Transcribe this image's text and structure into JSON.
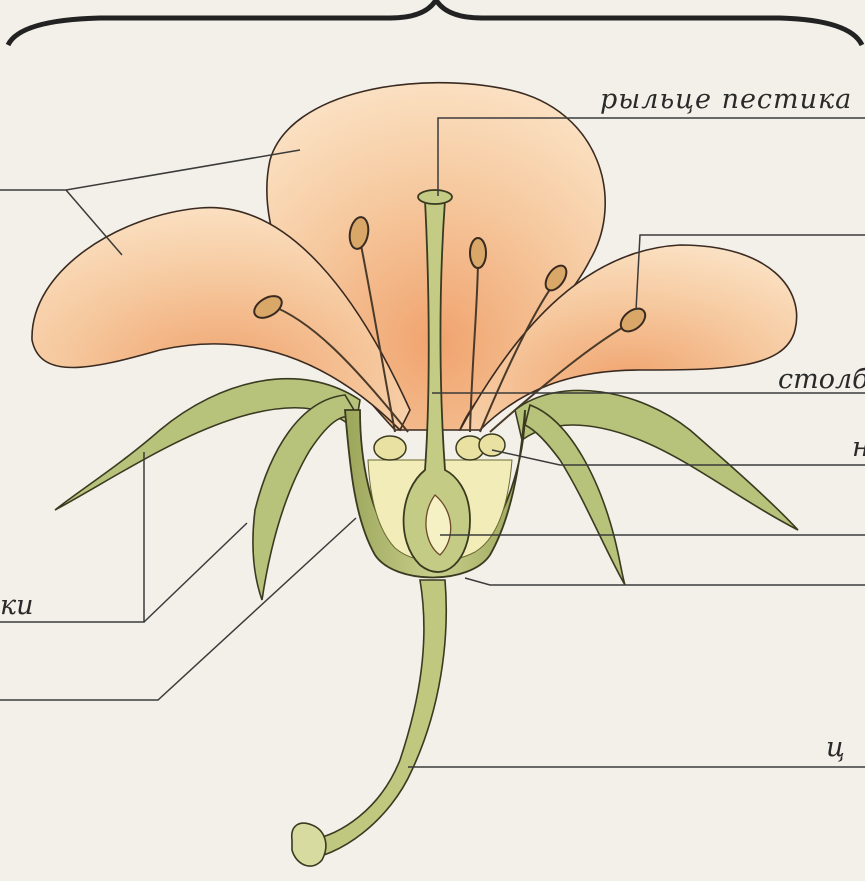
{
  "labels": {
    "stigma": "рыльце пестика",
    "style": "столб",
    "partial_n": "н",
    "sepals_fragment": "ки",
    "pedicel_fragment": "ц"
  },
  "colors": {
    "background": "#f3f0e9",
    "petal": "#f4c89a",
    "petal_light": "#fbe6cc",
    "stem": "#b9c27a",
    "stem_dark": "#8f9a52",
    "receptacle": "#f2ecb8",
    "ink": "#2a2a2a"
  }
}
